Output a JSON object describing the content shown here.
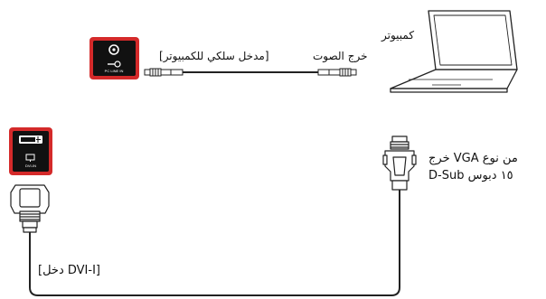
{
  "labels": {
    "computer": "كمبيوتر",
    "audio_out": "خرج الصوت",
    "pc_audio_in": "[مدخل سلكي للكمبيوتر]",
    "vga_out_line1": "خرج VGA من نوع",
    "vga_out_line2": "D-Sub ١٥ دبوس",
    "dvi_in": "[دخل DVI-I]"
  },
  "panel_labels": {
    "pc_line_in": "PC LINE IN",
    "dvi_in": "DVI-IN"
  },
  "colors": {
    "panel_red": "#d42a2a",
    "panel_black": "#111111",
    "cable": "#222222"
  },
  "icons": [
    "laptop-icon",
    "audio-jack-icon",
    "vga-connector-icon",
    "dvi-connector-icon",
    "dvi-port-icon"
  ]
}
